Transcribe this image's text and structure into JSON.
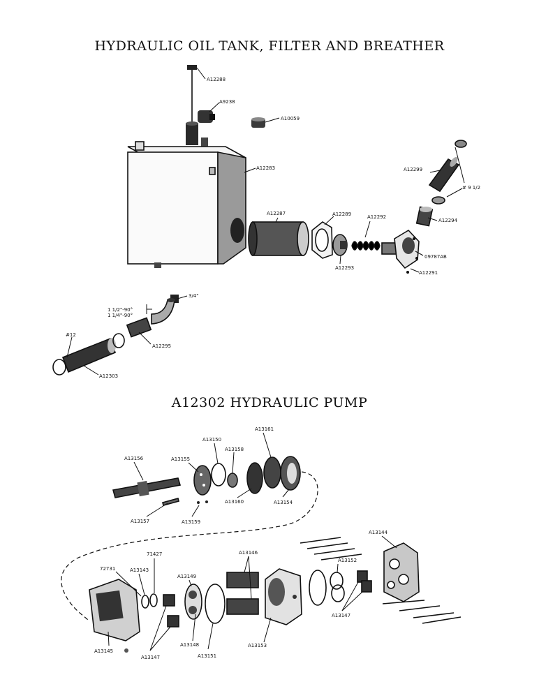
{
  "titles": {
    "top": "HYDRAULIC OIL TANK, FILTER AND BREATHER",
    "bottom": "A12302 HYDRAULIC PUMP"
  },
  "labels": {
    "A12288": "A12288",
    "A9238": "A9238",
    "A10059": "A10059",
    "A12283": "A12283",
    "A12299": "A12299",
    "n9half": "# 9 1/2",
    "A12294": "A12294",
    "A12287": "A12287",
    "A12289": "A12289",
    "A12292": "A12292",
    "A12293": "A12293",
    "n09787AB": "09787AB",
    "A12291": "A12291",
    "threequarter": "3/4\"",
    "elbow1": "1 1/2\"-90°",
    "elbow2": "1 1/4\"-90°",
    "n12": "#12",
    "A12295": "A12295",
    "A12303": "A12303",
    "A13156": "A13156",
    "A13150": "A13150",
    "A13161": "A13161",
    "A13155": "A13155",
    "A13158": "A13158",
    "A13157": "A13157",
    "A13159": "A13159",
    "A13160": "A13160",
    "A13154": "A13154",
    "A13144": "A13144",
    "n72731": "72731",
    "n71427": "71427",
    "A13143": "A13143",
    "A13149": "A13149",
    "A13146": "A13146",
    "A13152": "A13152",
    "A13147a": "A13147",
    "A13145": "A13145",
    "A13147b": "A13147",
    "A13148": "A13148",
    "A13151": "A13151",
    "A13153": "A13153"
  }
}
